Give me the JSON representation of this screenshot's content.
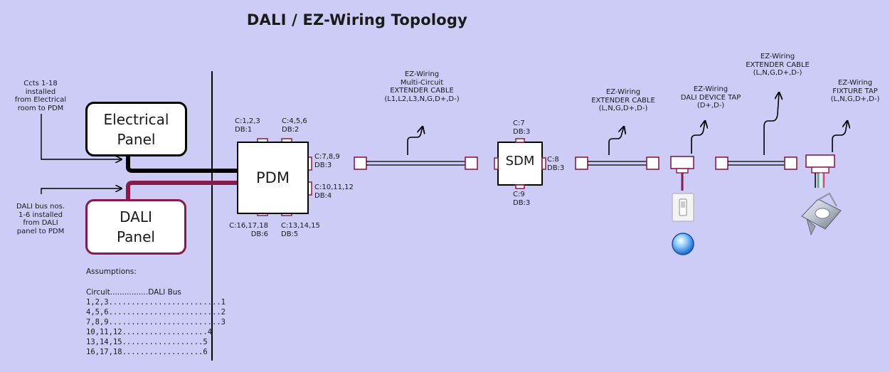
{
  "title": "DALI / EZ-Wiring Topology",
  "colors": {
    "background": "#ccccf7",
    "connector": "#8a1a4a",
    "dali_bus": "#8a1a4a",
    "power_bus": "#000000"
  },
  "notes": {
    "electrical": "Ccts 1-18\ninstalled\nfrom Electrical\nroom to PDM",
    "dali": "DALI bus nos.\n1-6 installed\nfrom DALI\npanel to PDM"
  },
  "panels": {
    "electrical": "Electrical\nPanel",
    "dali": "DALI\nPanel"
  },
  "pdm": {
    "label": "PDM",
    "ports": {
      "top_left": "C:1,2,3\nDB:1",
      "top_right": "C:4,5,6\nDB:2",
      "right_top": "C:7,8,9\nDB:3",
      "right_bottom": "C:10,11,12\nDB:4",
      "bottom_left": "C:16,17,18\nDB:6",
      "bottom_right": "C:13,14,15\nDB:5"
    }
  },
  "sdm": {
    "label": "SDM",
    "ports": {
      "top": "C:7\nDB:3",
      "right": "C:8\nDB:3",
      "bottom": "C:9\nDB:3"
    }
  },
  "cables": {
    "multi_circuit": "EZ-Wiring\nMulti-Circuit\nEXTENDER CABLE\n(L1,L2,L3,N,G,D+,D-)",
    "extender_1": "EZ-Wiring\nEXTENDER CABLE\n(L,N,G,D+,D-)",
    "dali_device_tap": "EZ-Wiring\nDALI DEVICE TAP\n(D+,D-)",
    "extender_2": "EZ-Wiring\nEXTENDER CABLE\n(L,N,G,D+,D-)",
    "fixture_tap": "EZ-Wiring\nFIXTURE TAP\n(L,N,G,D+,D-)"
  },
  "assumptions": {
    "heading": "Assumptions:",
    "table_header": "Circuit................DALI Bus",
    "rows": [
      "1,2,3.........................1",
      "4,5,6.........................2",
      "7,8,9.........................3",
      "10,11,12...................4",
      "13,14,15..................5",
      "16,17,18..................6"
    ]
  },
  "devices": {
    "wall_switch": "switch-icon",
    "occupancy_sensor": "sensor-icon",
    "light_fixture": "fixture-icon"
  }
}
